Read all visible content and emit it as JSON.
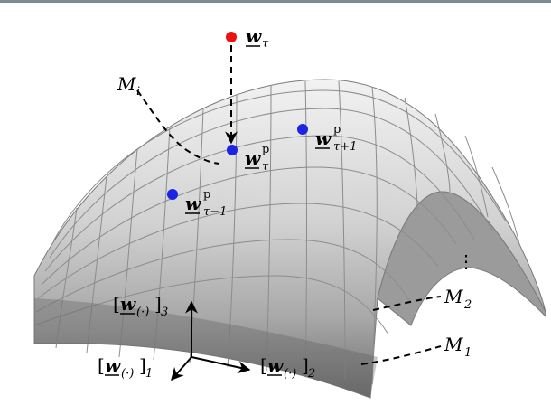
{
  "colors": {
    "top_rule": "#7d8b98",
    "surface_light": "#eeeeee",
    "surface_dark": "#6f6f6f",
    "mesh": "#8a8a8a",
    "point_red": "#ee1111",
    "point_blue": "#1b24e6",
    "ink": "#000000"
  },
  "labels": {
    "w_tau": {
      "base": "w",
      "sub": "τ"
    },
    "w_tau_p": {
      "base": "w",
      "sub": "τ",
      "sup": "p"
    },
    "w_tau_plus_p": {
      "base": "w",
      "sub": "τ+1",
      "sup": "p"
    },
    "w_tau_minus_p": {
      "base": "w",
      "sub": "τ−1",
      "sup": "p"
    },
    "manifold_i": {
      "base": "M",
      "sub": "i"
    },
    "manifold_2": {
      "base": "M",
      "sub": "2"
    },
    "manifold_1": {
      "base": "M",
      "sub": "1"
    },
    "ellipsis": "⋮",
    "axis_3": {
      "base": "w",
      "sub": "(·)",
      "index": "3"
    },
    "axis_1": {
      "base": "w",
      "sub": "(·)",
      "index": "1"
    },
    "axis_2": {
      "base": "w",
      "sub": "(·)",
      "index": "2"
    }
  },
  "icons": {
    "point_red": "red-dot",
    "point_blue": "blue-dot",
    "axis_arrows": "coordinate-axes"
  }
}
